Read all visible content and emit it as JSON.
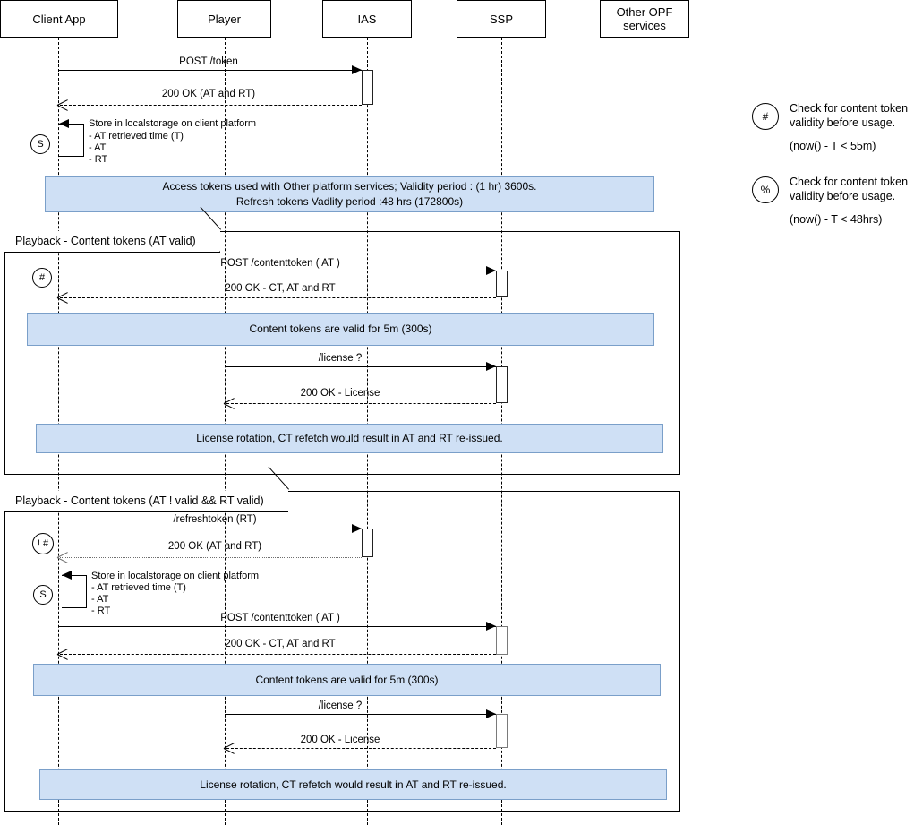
{
  "diagram": {
    "title": "Token lifecycle sequence diagram",
    "colors": {
      "note_fill": "#cfe0f5",
      "note_border": "#7a9fc9",
      "line": "#000000",
      "gray_line": "#6f6f6f"
    },
    "participants": [
      {
        "id": "client",
        "label": "Client App"
      },
      {
        "id": "player",
        "label": "Player"
      },
      {
        "id": "ias",
        "label": "IAS"
      },
      {
        "id": "ssp",
        "label": "SSP"
      },
      {
        "id": "opf",
        "label": "Other OPF\nservices",
        "line1": "Other OPF",
        "line2": "services"
      }
    ],
    "messages": {
      "post_token": "POST /token",
      "ok_at_rt": "200 OK (AT and RT)",
      "post_contenttoken": "POST /contenttoken ( AT )",
      "ok_ct_at_rt": "200 OK - CT, AT and RT",
      "license_req": "/license ?",
      "ok_license": "200 OK - License",
      "refreshtoken": "/refreshtoken (RT)",
      "ok_at_rt_2": "200 OK (AT and RT)",
      "post_contenttoken_2": "POST /contenttoken ( AT )",
      "ok_ct_at_rt_2": "200 OK - CT, AT and RT",
      "license_req_2": "/license ?",
      "ok_license_2": "200 OK - License"
    },
    "self_messages": {
      "store_1": {
        "title": "Store in localstorage on client platform",
        "items": [
          "- AT retrieved time (T)",
          "- AT",
          "- RT"
        ]
      },
      "store_2": {
        "title": "Store in localstorage on client platform",
        "items": [
          "- AT retrieved time (T)",
          "- AT",
          "- RT"
        ]
      }
    },
    "markers": {
      "store_1": "S",
      "hash_1": "#",
      "not_hash": "! #",
      "store_2": "S"
    },
    "notes": {
      "access_tokens": {
        "line1": "Access tokens used with Other platform services; Validity period : (1 hr) 3600s.",
        "line2": "Refresh tokens Vadlity period :48 hrs (172800s)"
      },
      "content_tokens_1": "Content tokens are valid for 5m (300s)",
      "license_rotation_1": "License rotation, CT refetch would result in AT and RT re-issued.",
      "content_tokens_2": "Content tokens are valid for 5m (300s)",
      "license_rotation_2": "License rotation, CT refetch would result in AT and RT re-issued."
    },
    "frames": [
      {
        "id": "frame1",
        "label": "Playback - Content tokens (AT valid)"
      },
      {
        "id": "frame2",
        "label": "Playback - Content tokens (AT ! valid && RT valid)"
      }
    ],
    "legend": [
      {
        "symbol": "#",
        "text": "Check for content token validity before usage.",
        "condition": "(now() - T < 55m)"
      },
      {
        "symbol": "%",
        "text": "Check for content token validity before usage.",
        "condition": "(now() - T <  48hrs)"
      }
    ]
  }
}
